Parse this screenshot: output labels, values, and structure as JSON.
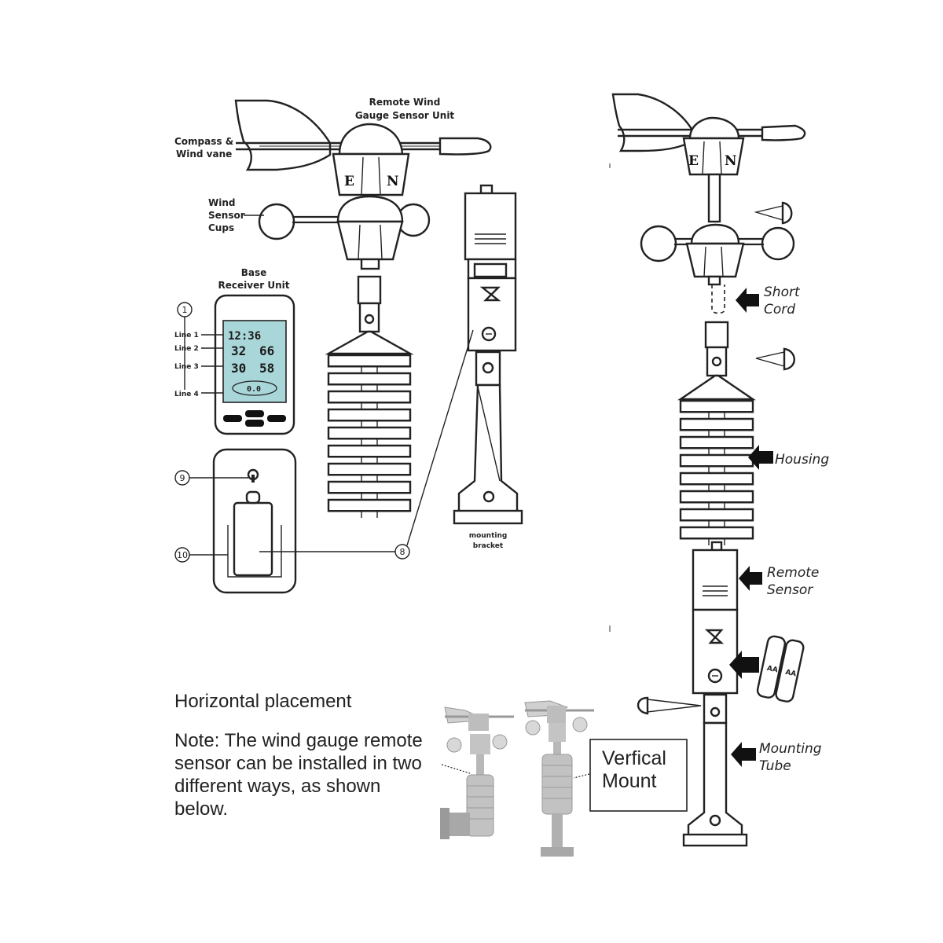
{
  "labels": {
    "remote_wind_title_1": "Remote Wind",
    "remote_wind_title_2": "Gauge Sensor Unit",
    "compass_1": "Compass &",
    "compass_2": "Wind vane",
    "cups_1": "Wind",
    "cups_2": "Sensor",
    "cups_3": "Cups",
    "base_1": "Base",
    "base_2": "Receiver Unit",
    "line1": "Line 1",
    "line2": "Line 2",
    "line3": "Line 3",
    "line4": "Line 4",
    "mounting_1": "mounting",
    "mounting_2": "bracket",
    "short_cord_1": "Short",
    "short_cord_2": "Cord",
    "housing": "Housing",
    "remote_sensor_1": "Remote",
    "remote_sensor_2": "Sensor",
    "mounting_tube_1": "Mounting",
    "mounting_tube_2": "Tube",
    "vertical_mount_1": "Verfical",
    "vertical_mount_2": "Mount"
  },
  "callouts": {
    "c1": "1",
    "c8": "8",
    "c9": "9",
    "c10": "10"
  },
  "vane_letters": {
    "e": "E",
    "n": "N"
  },
  "lcd": {
    "time": "12:36",
    "val_a": "32",
    "val_b": "66",
    "val_c": "30",
    "val_d": "58",
    "wind": "0.0"
  },
  "battery_text": "AA",
  "note": {
    "heading": "Horizontal placement",
    "line1": "Note: The wind gauge remote",
    "line2": "sensor can be installed in two",
    "line3": "different ways, as shown",
    "line4": "below."
  },
  "colors": {
    "ink": "#222222",
    "lcd_screen": "#a9d6d8",
    "unit_fill": "#e6e6e6",
    "photo_grey": "#bdbdbd"
  }
}
